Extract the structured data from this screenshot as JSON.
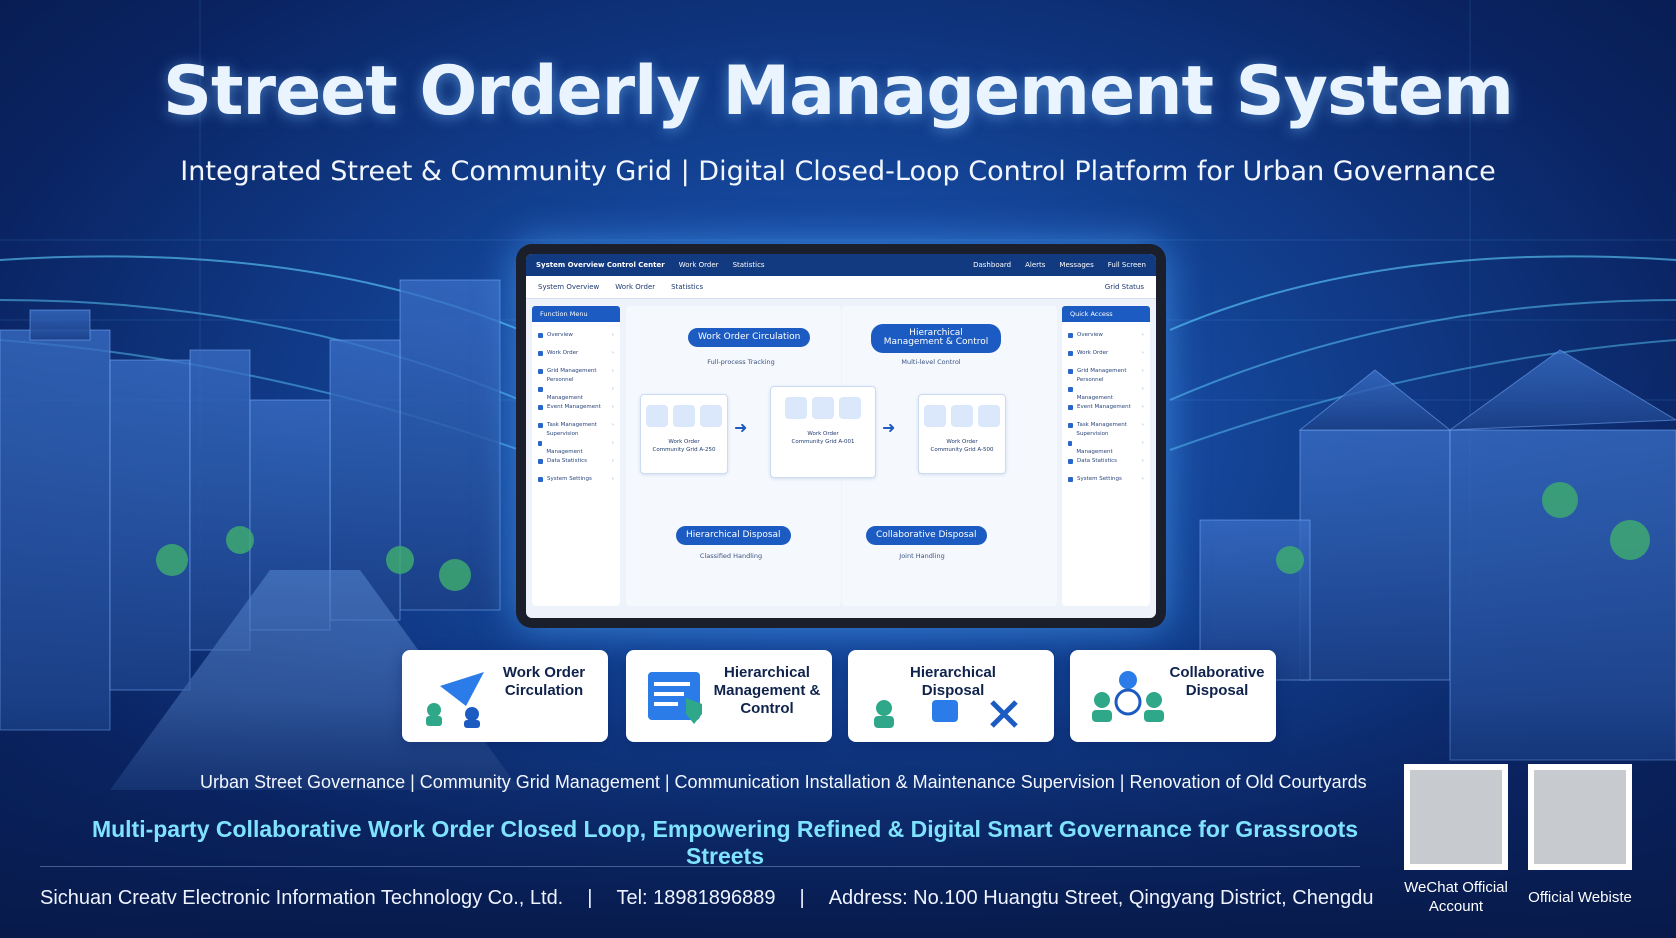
{
  "header": {
    "title": "Street Orderly Management System",
    "subtitle": "Integrated Street & Community Grid | Digital Closed-Loop Control Platform for Urban Governance"
  },
  "screen": {
    "topbar": {
      "brand": "System Overview Control Center",
      "item1": "Work Order",
      "item2": "Statistics",
      "right1": "Dashboard",
      "right2": "Alerts",
      "right3": "Messages",
      "right4": "Full Screen"
    },
    "navbar": {
      "tab1": "System Overview",
      "tab2": "Work Order",
      "tab3": "Statistics",
      "right": "Grid Status"
    },
    "left_menu": {
      "header": "Function Menu",
      "items": [
        "Overview",
        "Work Order",
        "Grid Management",
        "Personnel Management",
        "Event Management",
        "Task Management",
        "Supervision Management",
        "Data Statistics",
        "System Settings"
      ]
    },
    "right_menu": {
      "header": "Quick Access",
      "items": [
        "Overview",
        "Work Order",
        "Grid Management",
        "Personnel Management",
        "Event Management",
        "Task Management",
        "Supervision Management",
        "Data Statistics",
        "System Settings"
      ]
    },
    "flow": {
      "pill_tl": "Work Order Circulation",
      "cap_tl": "Full-process Tracking",
      "pill_tr": "Hierarchical Management & Control",
      "cap_tr": "Multi-level Control",
      "pill_bl": "Hierarchical Disposal",
      "cap_bl": "Classified Handling",
      "pill_br": "Collaborative Disposal",
      "cap_br": "Joint Handling",
      "card1": {
        "t1": "Work Order",
        "t2": "Community Grid A-250"
      },
      "card2": {
        "t1": "Work Order",
        "t2": "Community Grid A-001"
      },
      "card3": {
        "t1": "Work Order",
        "t2": "Community Grid A-500"
      }
    }
  },
  "features": [
    {
      "label": "Work Order Circulation",
      "icon": "paper-plane-icon"
    },
    {
      "label": "Hierarchical Management & Control",
      "icon": "clipboard-shield-icon"
    },
    {
      "label": "Hierarchical Disposal",
      "icon": "user-tools-icon"
    },
    {
      "label": "Collaborative Disposal",
      "icon": "team-network-icon"
    }
  ],
  "tags": "Urban Street Governance | Community Grid Management | Communication Installation & Maintenance Supervision | Renovation of Old Courtyards",
  "slogan": "Multi-party Collaborative Work Order Closed Loop, Empowering Refined & Digital Smart Governance for Grassroots Streets",
  "footer": {
    "company": "Sichuan Creatv Electronic Information Technology Co., Ltd.",
    "sep": "|",
    "tel": "Tel: 18981896889",
    "address": "Address: No.100 Huangtu Street, Qingyang District, Chengdu"
  },
  "qr": {
    "wechat_label": "WeChat Official Account",
    "website_label": "Official Webiste"
  },
  "colors": {
    "accent": "#1c5bc1",
    "slogan": "#7fe3ff",
    "background": "#123f8f"
  }
}
